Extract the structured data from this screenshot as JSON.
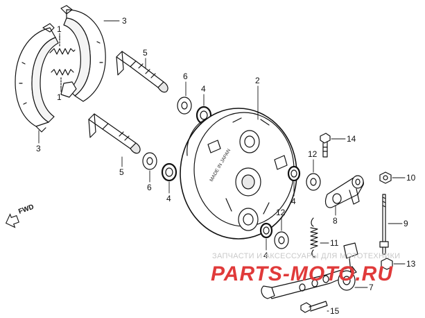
{
  "diagram": {
    "callouts": [
      "3",
      "1",
      "1",
      "3",
      "5",
      "5",
      "6",
      "4",
      "6",
      "4",
      "2",
      "4",
      "12",
      "14",
      "12",
      "4",
      "8",
      "11",
      "10",
      "9",
      "13",
      "7",
      "15"
    ],
    "direction_label": "FWD",
    "stamp_text": "MADE IN JAPAN"
  },
  "watermark": {
    "caption": "ЗАПЧАСТИ И АКСЕССУАРЫ ДЛЯ МОТОТЕХНИКИ",
    "logo_text": "PARTS-MOTO.RU",
    "logo_color": "#e03a3a",
    "logo_color_2": "#b8b8b8"
  }
}
